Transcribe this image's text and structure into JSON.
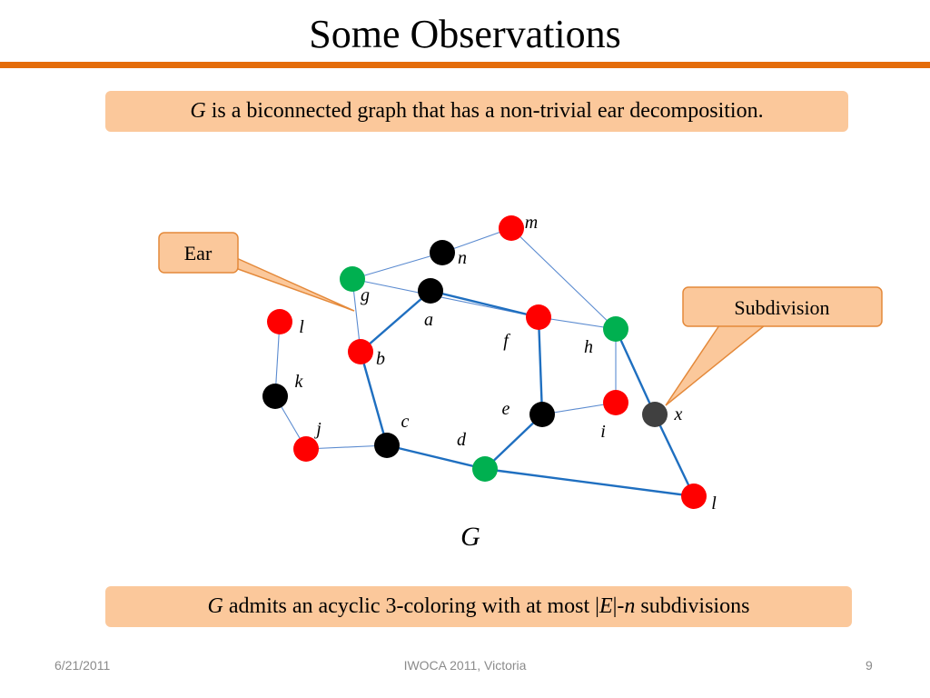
{
  "slide": {
    "title": "Some Observations",
    "statement": {
      "symbol": "G",
      "text": " is a biconnected graph that has a non-trivial ear decomposition."
    },
    "conclusion": {
      "symbol": "G",
      "part1": " admits an acyclic 3-coloring with at most |",
      "E": "E",
      "part2": "|-",
      "n": "n",
      "part3": " subdivisions"
    },
    "graph_label": "G",
    "callouts": {
      "ear": "Ear",
      "subdivision": "Subdivision"
    },
    "footer": {
      "date": "6/21/2011",
      "venue": "IWOCA 2011, Victoria",
      "page": "9"
    }
  },
  "colors": {
    "accent": "#e46c0a",
    "box": "#fbc89b",
    "red": "#ff0000",
    "green": "#00b050",
    "black": "#000000",
    "gray": "#404040",
    "edge_thin": "#5b8bd0",
    "edge_thick": "#1f6fc0"
  },
  "graph": {
    "nodes": [
      {
        "id": "m",
        "label": "m",
        "color": "red"
      },
      {
        "id": "n",
        "label": "n",
        "color": "black"
      },
      {
        "id": "g",
        "label": "g",
        "color": "green"
      },
      {
        "id": "a",
        "label": "a",
        "color": "black"
      },
      {
        "id": "f",
        "label": "f",
        "color": "red"
      },
      {
        "id": "h",
        "label": "h",
        "color": "green"
      },
      {
        "id": "l1",
        "label": "l",
        "color": "red"
      },
      {
        "id": "b",
        "label": "b",
        "color": "red"
      },
      {
        "id": "k",
        "label": "k",
        "color": "black"
      },
      {
        "id": "e",
        "label": "e",
        "color": "black"
      },
      {
        "id": "i",
        "label": "i",
        "color": "red"
      },
      {
        "id": "x",
        "label": "x",
        "color": "gray"
      },
      {
        "id": "j",
        "label": "j",
        "color": "red"
      },
      {
        "id": "c",
        "label": "c",
        "color": "black"
      },
      {
        "id": "d",
        "label": "d",
        "color": "green"
      },
      {
        "id": "l2",
        "label": "l",
        "color": "red"
      }
    ],
    "edges": [
      {
        "from": "g",
        "to": "n",
        "thick": false
      },
      {
        "from": "n",
        "to": "m",
        "thick": false
      },
      {
        "from": "m",
        "to": "h",
        "thick": false
      },
      {
        "from": "g",
        "to": "f",
        "thick": false
      },
      {
        "from": "f",
        "to": "h",
        "thick": false
      },
      {
        "from": "h",
        "to": "i",
        "thick": false
      },
      {
        "from": "i",
        "to": "e",
        "thick": false
      },
      {
        "from": "g",
        "to": "b",
        "thick": false
      },
      {
        "from": "l1",
        "to": "k",
        "thick": false
      },
      {
        "from": "k",
        "to": "j",
        "thick": false
      },
      {
        "from": "j",
        "to": "c",
        "thick": false
      },
      {
        "from": "a",
        "to": "f",
        "thick": true
      },
      {
        "from": "a",
        "to": "b",
        "thick": true
      },
      {
        "from": "b",
        "to": "c",
        "thick": true
      },
      {
        "from": "c",
        "to": "d",
        "thick": true
      },
      {
        "from": "d",
        "to": "e",
        "thick": true
      },
      {
        "from": "e",
        "to": "f",
        "thick": true
      },
      {
        "from": "d",
        "to": "l2",
        "thick": true
      },
      {
        "from": "h",
        "to": "x",
        "thick": true
      },
      {
        "from": "x",
        "to": "l2",
        "thick": true
      }
    ]
  }
}
